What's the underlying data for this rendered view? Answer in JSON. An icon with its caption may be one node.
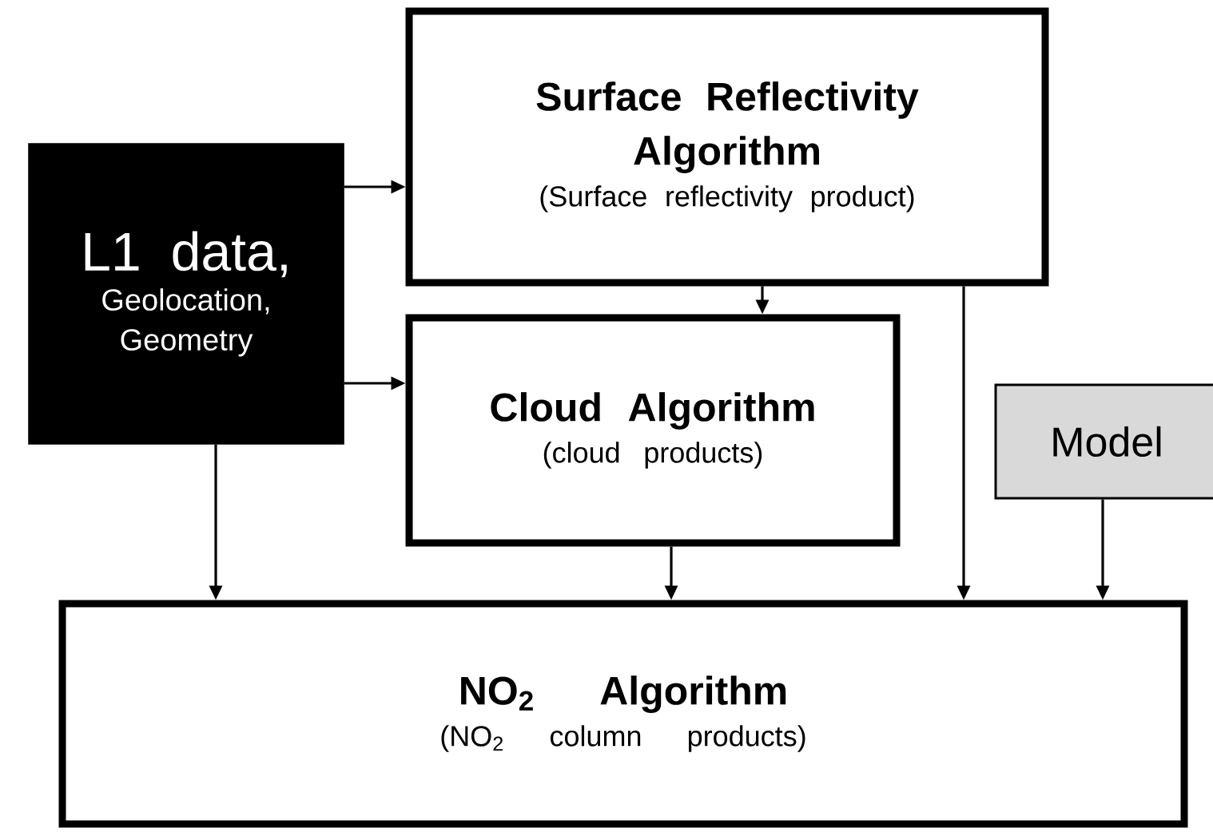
{
  "diagram": {
    "nodes": [
      {
        "text": [
          "L1 data,",
          "Geolocation, Geometry"
        ]
      },
      {
        "text": [
          "Surface Reflectivity Algorithm",
          "(Surface reflectivity product)"
        ]
      },
      {
        "text": [
          "Cloud Algorithm",
          "(cloud products)"
        ]
      },
      {
        "text": [
          "Model"
        ]
      },
      {
        "text": [
          "NO$_{2}$ Algorithm",
          "(NO$_{2}$ column products)"
        ]
      }
    ],
    "edges": [
      {
        "from": 0,
        "to": 1,
        "arrow": "to"
      },
      {
        "from": 0,
        "to": 2,
        "arrow": "to"
      },
      {
        "from": 1,
        "to": 2,
        "arrow": "to"
      },
      {
        "from": 0,
        "to": 4,
        "arrow": "to"
      },
      {
        "from": 2,
        "to": 4,
        "arrow": "to"
      },
      {
        "from": 1,
        "to": 4,
        "arrow": "to"
      },
      {
        "from": 3,
        "to": 4,
        "arrow": "to"
      }
    ]
  }
}
